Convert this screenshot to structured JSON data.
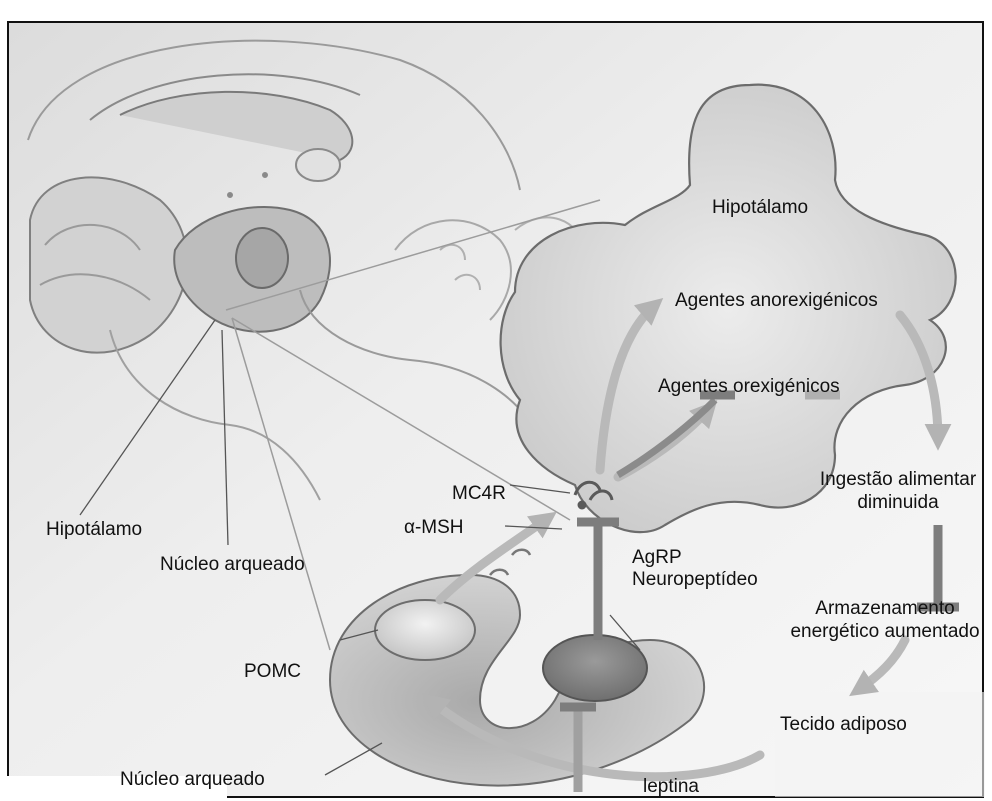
{
  "labels": {
    "hypothalamus_region": "Hipotálamo",
    "anorexigenic": "Agentes anorexigénicos",
    "orexigenic": "Agentes orexigénicos",
    "mc4r": "MC4R",
    "alpha_msh": "α-MSH",
    "agrp": "AgRP",
    "neuropeptide": "Neuropeptídeo",
    "brain_hypothalamus": "Hipotálamo",
    "brain_arcuate": "Núcleo arqueado",
    "pomc": "POMC",
    "arcuate_nucleus": "Núcleo arqueado",
    "food_intake_line1": "Ingestão alimentar",
    "food_intake_line2": "diminuida",
    "energy_storage_line1": "Armazenamento",
    "energy_storage_line2": "energético aumentado",
    "adipose_tissue": "Tecido adiposo",
    "leptin": "leptina"
  },
  "colors": {
    "frame": "#111111",
    "arrow": "#b9b9b9",
    "inhibitor": "#7d7d7d",
    "tissue": "#d6d6d6",
    "outline": "#6e6e6e",
    "background": "#ffffff"
  }
}
